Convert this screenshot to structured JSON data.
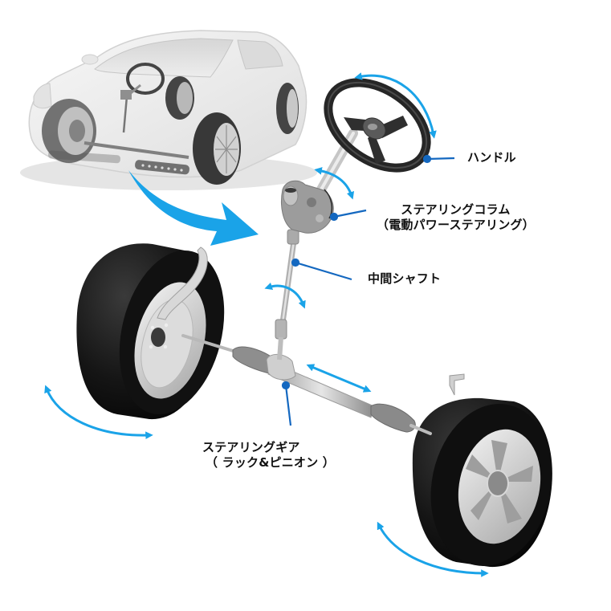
{
  "diagram": {
    "title": "Steering system overview",
    "accent_color": "#1aa3e8",
    "leader_color": "#1468c0",
    "tire_color": "#111111",
    "wheel_color": "#c8c8c8",
    "car_color": "#ececec",
    "labels": {
      "handle": "ハンドル",
      "column": {
        "main": "ステアリングコラム",
        "sub": "（電動パワーステアリング）"
      },
      "intermediate_shaft": "中間シャフト",
      "gear": {
        "main": "ステアリングギア",
        "sub": "（ ラック&ピニオン ）"
      }
    },
    "components": [
      {
        "id": "car",
        "description": "Transparent sedan showing steering system location"
      },
      {
        "id": "steering-wheel",
        "label_ref": "handle"
      },
      {
        "id": "steering-column",
        "label_ref": "column"
      },
      {
        "id": "intermediate-shaft",
        "label_ref": "intermediate_shaft"
      },
      {
        "id": "steering-gear",
        "label_ref": "gear"
      },
      {
        "id": "left-front-wheel"
      },
      {
        "id": "right-front-wheel"
      }
    ],
    "motion_arrows": [
      {
        "id": "wheel-rotation",
        "type": "curved-double"
      },
      {
        "id": "column-rotation",
        "type": "curved-double"
      },
      {
        "id": "shaft-rotation",
        "type": "curved-double"
      },
      {
        "id": "rack-translation",
        "type": "straight-double"
      },
      {
        "id": "left-wheel-steer",
        "type": "curved-double"
      },
      {
        "id": "right-wheel-steer",
        "type": "curved-double"
      }
    ]
  }
}
